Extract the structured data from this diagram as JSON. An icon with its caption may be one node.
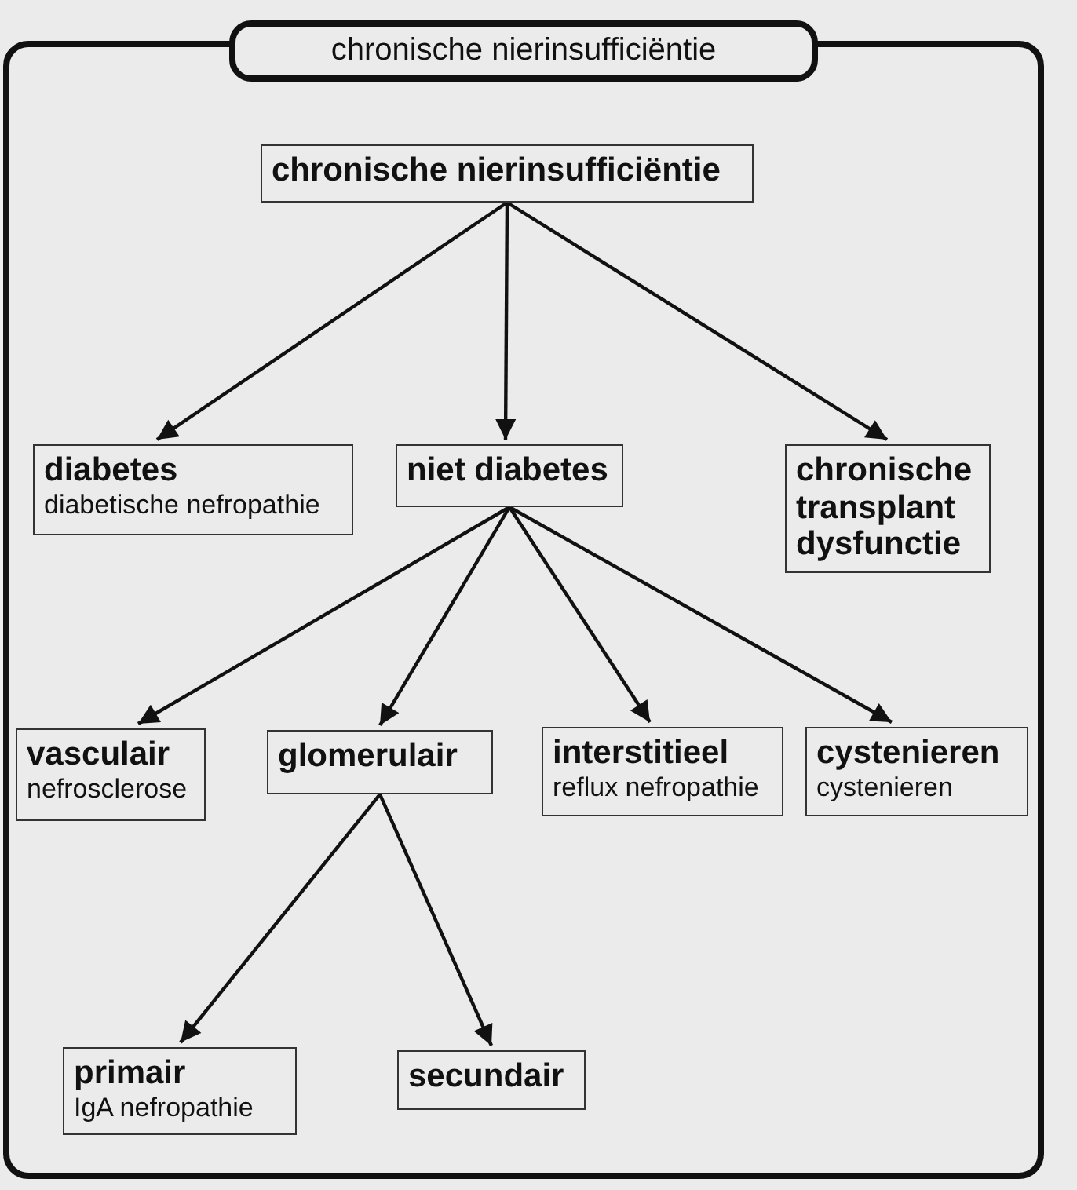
{
  "diagram": {
    "title": "chronische nierinsufficiëntie",
    "nodes": [
      {
        "text": [
          "chronische nierinsufficiëntie"
        ]
      },
      {
        "text": [
          "diabetes",
          "diabetische nefropathie"
        ]
      },
      {
        "text": [
          "niet diabetes"
        ]
      },
      {
        "text": [
          "chronische transplant dysfunctie"
        ]
      },
      {
        "text": [
          "vasculair",
          "nefrosclerose"
        ]
      },
      {
        "text": [
          "glomerulair"
        ]
      },
      {
        "text": [
          "interstitieel",
          "reflux nefropathie"
        ]
      },
      {
        "text": [
          "cystenieren",
          "cystenieren"
        ]
      },
      {
        "text": [
          "primair",
          "IgA nefropathie"
        ]
      },
      {
        "text": [
          "secundair"
        ]
      }
    ],
    "edges": [
      {
        "from": 0,
        "to": 1,
        "arrow": "to"
      },
      {
        "from": 0,
        "to": 2,
        "arrow": "to"
      },
      {
        "from": 0,
        "to": 3,
        "arrow": "to"
      },
      {
        "from": 2,
        "to": 4,
        "arrow": "to"
      },
      {
        "from": 2,
        "to": 5,
        "arrow": "to"
      },
      {
        "from": 2,
        "to": 6,
        "arrow": "to"
      },
      {
        "from": 2,
        "to": 7,
        "arrow": "to"
      },
      {
        "from": 5,
        "to": 8,
        "arrow": "to"
      },
      {
        "from": 5,
        "to": 9,
        "arrow": "to"
      }
    ]
  }
}
